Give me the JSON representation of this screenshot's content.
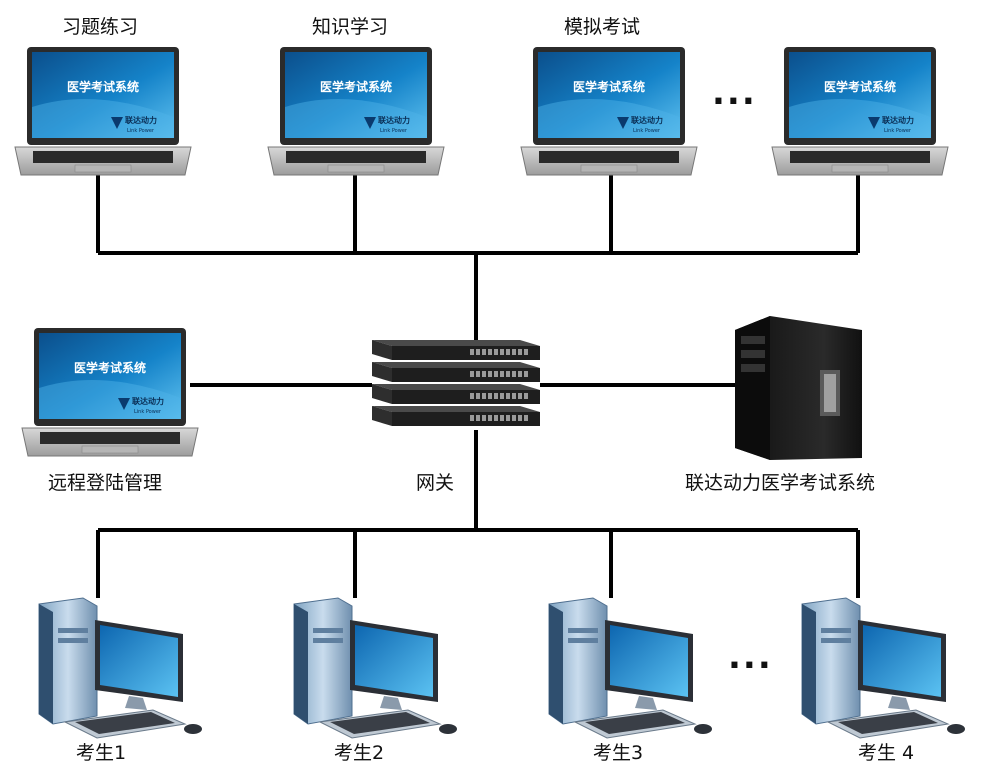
{
  "screen_title": "医学考试系统",
  "brand": {
    "name": "联达动力",
    "sub": "Link Power"
  },
  "top_labels": [
    "习题练习",
    "知识学习",
    "模拟考试"
  ],
  "middle": {
    "remote_label": "远程登陆管理",
    "gateway_label": "网关",
    "server_label": "联达动力医学考试系统"
  },
  "bottom_labels": [
    "考生1",
    "考生2",
    "考生3",
    "考生 4"
  ],
  "ellipsis": "...",
  "colors": {
    "line": "#000000",
    "screen_blue": "#0a6fb5",
    "laptop_body": "#c9c9c9",
    "device_dark": "#1c1c1c",
    "monitor_blue": "#1a8fd6"
  }
}
